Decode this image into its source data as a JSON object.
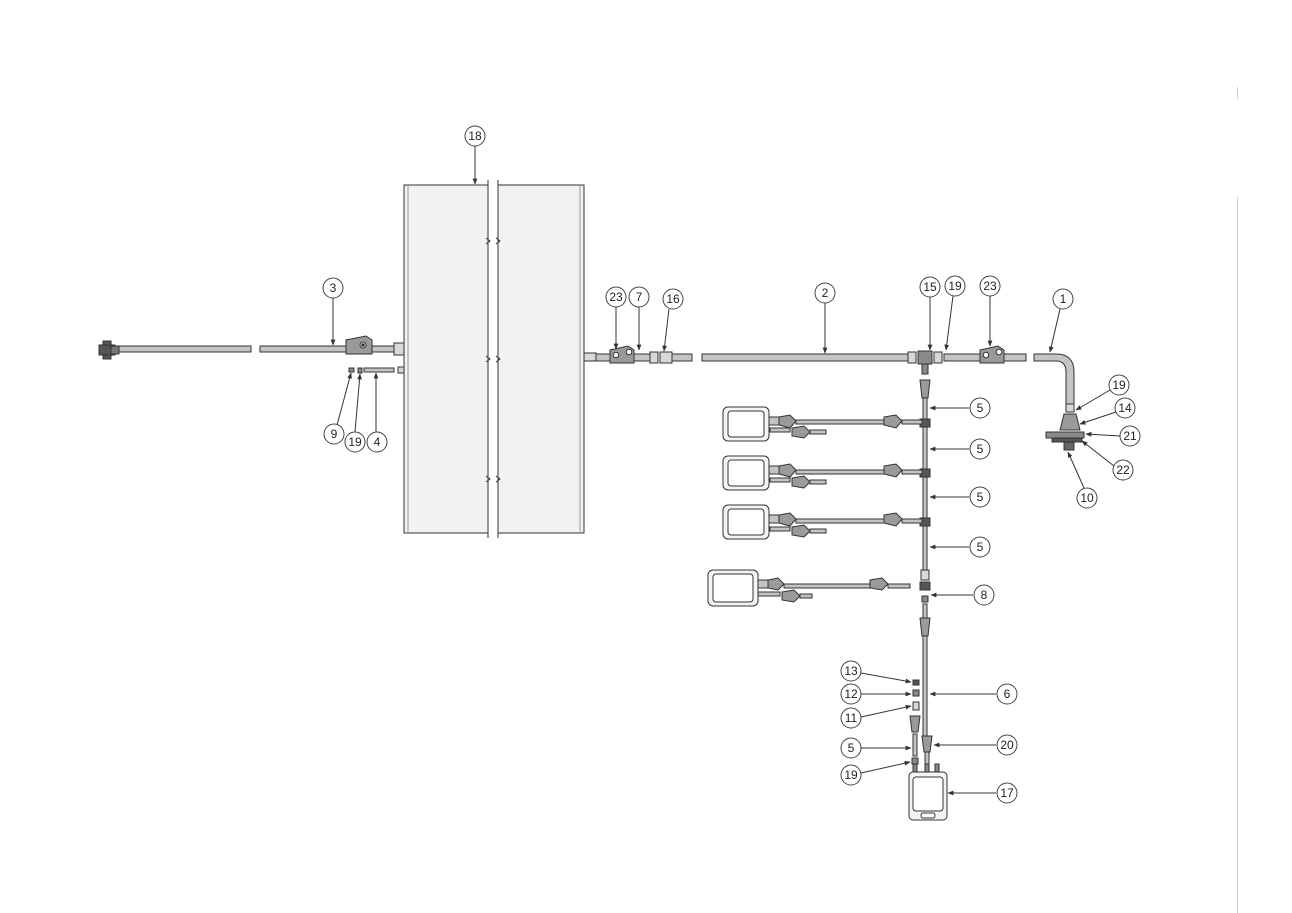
{
  "colors": {
    "line": "#333333",
    "pipe_fill": "#c4c4c4",
    "panel_fill": "#f2f2f2",
    "bag_fill": "#f4f4f4",
    "fitting_fill": "#8a8a8a",
    "callout_stroke": "#444444",
    "edge_line": "#cfcfcf"
  },
  "callouts": [
    "18",
    "3",
    "23",
    "7",
    "16",
    "2",
    "15",
    "19",
    "23",
    "1",
    "19",
    "14",
    "21",
    "22",
    "10",
    "9",
    "19",
    "4",
    "5",
    "5",
    "5",
    "5",
    "8",
    "13",
    "12",
    "11",
    "6",
    "20",
    "5",
    "19",
    "17"
  ]
}
